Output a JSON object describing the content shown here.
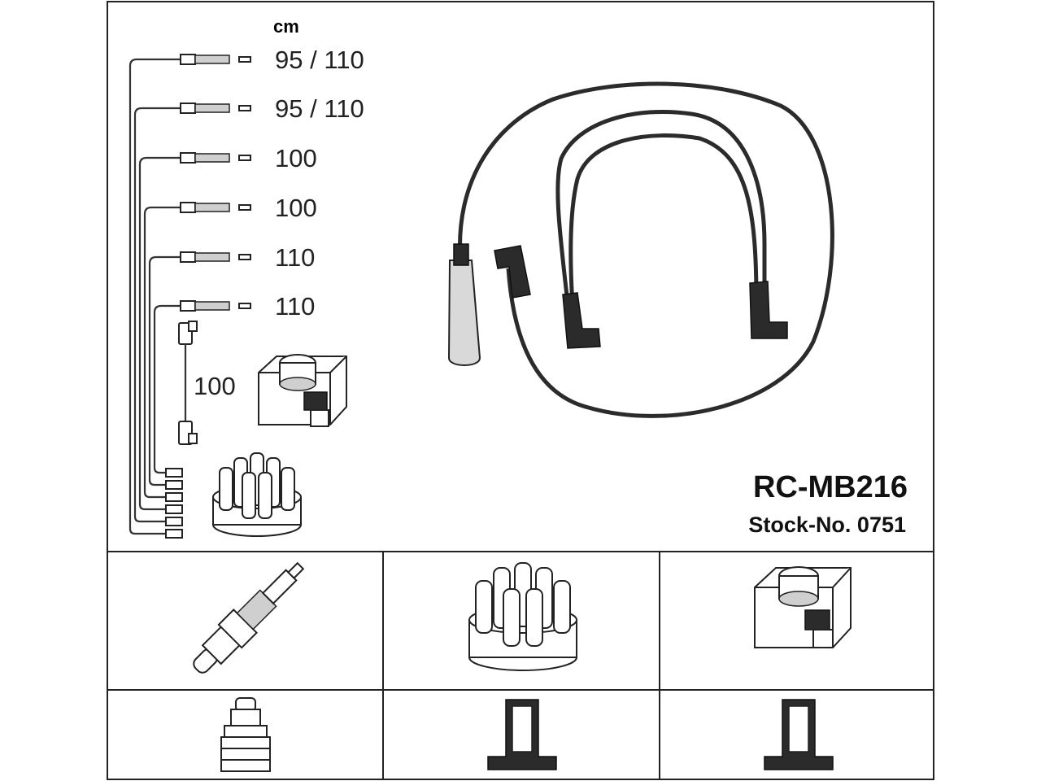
{
  "diagram": {
    "unit_label": "cm",
    "leads": [
      {
        "length": "95 / 110"
      },
      {
        "length": "95 / 110"
      },
      {
        "length": "100"
      },
      {
        "length": "100"
      },
      {
        "length": "110"
      },
      {
        "length": "110"
      }
    ],
    "coil_lead": {
      "length": "100"
    },
    "part_number": "RC-MB216",
    "stock_number": "Stock-No. 0751"
  },
  "legend": {
    "row1": [
      "spark-plug-icon",
      "distributor-cap-icon",
      "ignition-coil-icon"
    ],
    "row2": [
      "spark-plug-terminal-icon",
      "cap-terminal-icon",
      "coil-terminal-icon"
    ]
  },
  "colors": {
    "line": "#222222",
    "cable": "#2b2b2b",
    "background": "#ffffff"
  }
}
